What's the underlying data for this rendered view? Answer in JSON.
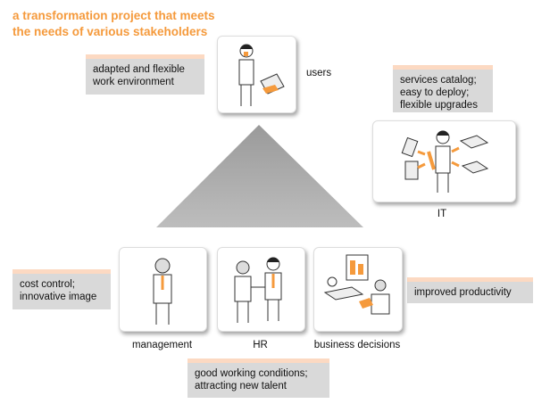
{
  "title": {
    "line1": "a transformation project that meets",
    "line2": "the needs of various stakeholders"
  },
  "callouts": {
    "users": "adapted and flexible\nwork environment",
    "it": "services catalog;\neasy to deploy;\nflexible upgrades",
    "management": "cost control;\ninnovative image",
    "business": "improved productivity",
    "hr": "good working conditions;\nattracting new talent"
  },
  "labels": {
    "users": "users",
    "it": "IT",
    "management": "management",
    "hr": "HR",
    "business": "business decisions"
  },
  "colors": {
    "accent": "#f59a3c",
    "callout_bg": "#d9d9d9",
    "callout_strip": "#fcd9c2"
  }
}
